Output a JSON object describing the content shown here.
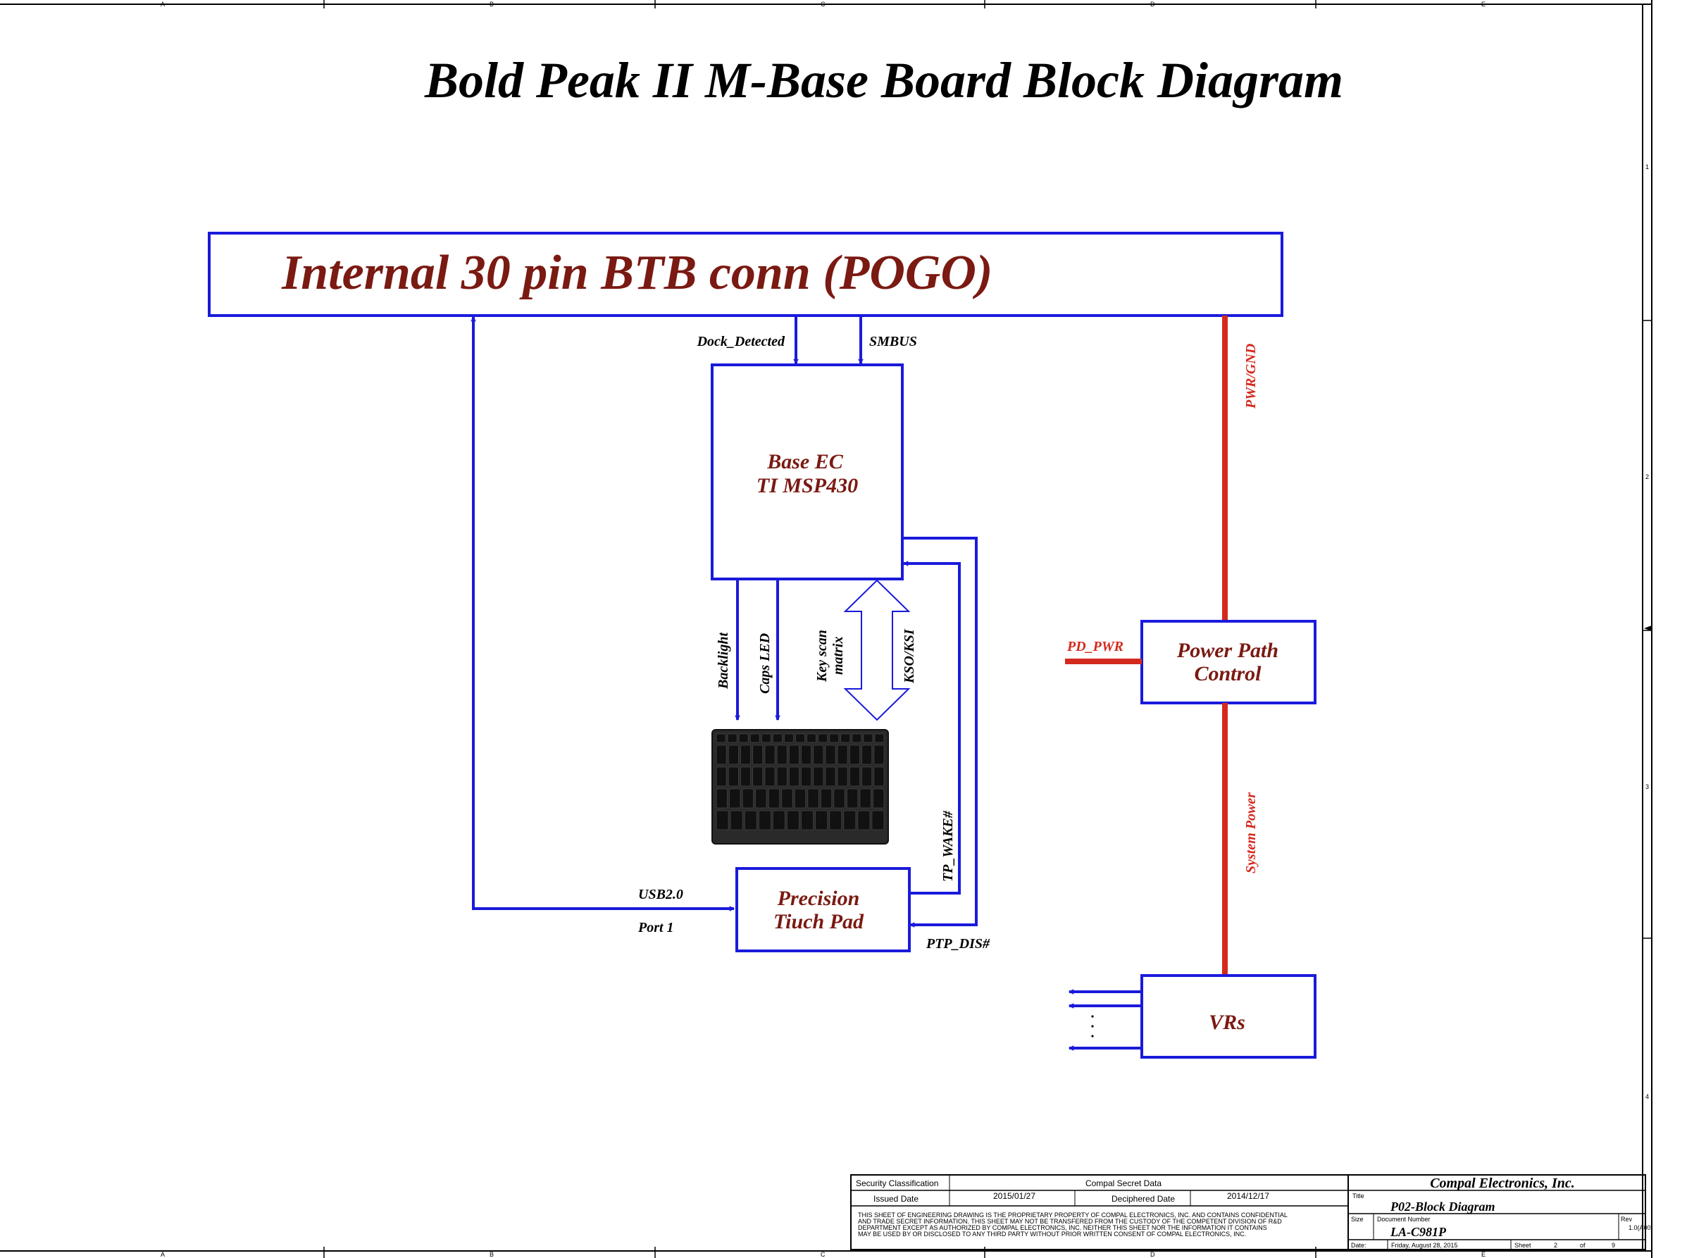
{
  "title": "Bold Peak II M-Base Board Block Diagram",
  "border": {
    "col_labels": [
      "A",
      "B",
      "C",
      "D",
      "E"
    ],
    "row_labels": [
      "1",
      "2",
      "3",
      "4"
    ]
  },
  "blocks": {
    "pogo": "Internal 30 pin BTB conn (POGO)",
    "ec_line1": "Base EC",
    "ec_line2": "TI MSP430",
    "touchpad_line1": "Precision",
    "touchpad_line2": "Tiuch Pad",
    "power_path_line1": "Power Path",
    "power_path_line2": "Control",
    "vrs": "VRs"
  },
  "signals": {
    "dock_detected": "Dock_Detected",
    "smbus": "SMBUS",
    "backlight": "Backlight",
    "caps_led": "Caps LED",
    "key_scan_1": "Key scan",
    "key_scan_2": "matrix",
    "kso_ksi": "KSO/KSI",
    "tp_wake": "TP_WAKE#",
    "ptp_dis": "PTP_DIS#",
    "usb": "USB2.0",
    "port": "Port 1",
    "pwr_gnd": "PWR/GND",
    "pd_pwr": "PD_PWR",
    "system_power": "System Power"
  },
  "colors": {
    "block_stroke": "#1a1adc",
    "power_line": "#d42a1e",
    "label_dark_red": "#7a1a12"
  },
  "title_block": {
    "security_label": "Security Classification",
    "security_value": "Compal Secret Data",
    "issued_label": "Issued Date",
    "issued_value": "2015/01/27",
    "deciphered_label": "Deciphered Date",
    "deciphered_value": "2014/12/17",
    "notice_1": "THIS SHEET OF ENGINEERING DRAWING IS THE PROPRIETARY PROPERTY OF COMPAL ELECTRONICS, INC. AND CONTAINS CONFIDENTIAL",
    "notice_2": "AND TRADE SECRET INFORMATION. THIS SHEET MAY NOT BE TRANSFERED FROM THE CUSTODY OF THE COMPETENT DIVISION OF R&D",
    "notice_3": "DEPARTMENT EXCEPT AS AUTHORIZED BY COMPAL ELECTRONICS, INC. NEITHER THIS SHEET NOR THE INFORMATION IT CONTAINS",
    "notice_4": "MAY BE USED BY OR DISCLOSED TO ANY THIRD PARTY WITHOUT PRIOR WRITTEN CONSENT OF COMPAL ELECTRONICS, INC.",
    "company": "Compal Electronics, Inc.",
    "title_label": "Title",
    "title_value": "P02-Block Diagram",
    "size_label": "Size",
    "docnum_label": "Document Number",
    "docnum_value": "LA-C981P",
    "rev_label": "Rev",
    "rev_value": "1.0(A00)",
    "date_label": "Date:",
    "date_value": "Friday, August 28, 2015",
    "sheet_label": "Sheet",
    "sheet_value": "2",
    "of_label": "of",
    "of_value": "9"
  }
}
